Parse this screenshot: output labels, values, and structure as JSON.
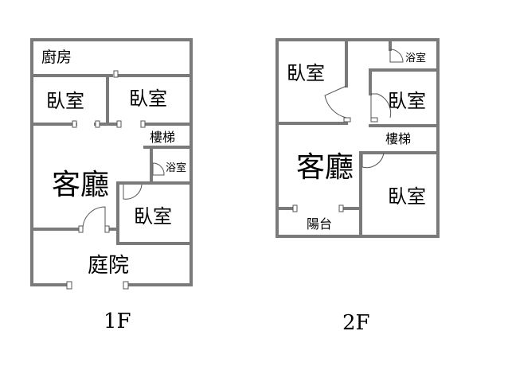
{
  "floors": [
    {
      "id": "1F",
      "label": "1F",
      "rooms": {
        "kitchen": "廚房",
        "bedroom_a": "臥室",
        "bedroom_b": "臥室",
        "stairs": "樓梯",
        "bath": "浴室",
        "living": "客廳",
        "bedroom_c": "臥室",
        "courtyard": "庭院"
      }
    },
    {
      "id": "2F",
      "label": "2F",
      "rooms": {
        "bedroom_a": "臥室",
        "bath": "浴室",
        "bedroom_b": "臥室",
        "stairs": "樓梯",
        "living": "客廳",
        "bedroom_c": "臥室",
        "balcony": "陽台"
      }
    }
  ],
  "colors": {
    "wall": "#7a7a7a",
    "line": "#555555",
    "text": "#000000"
  }
}
